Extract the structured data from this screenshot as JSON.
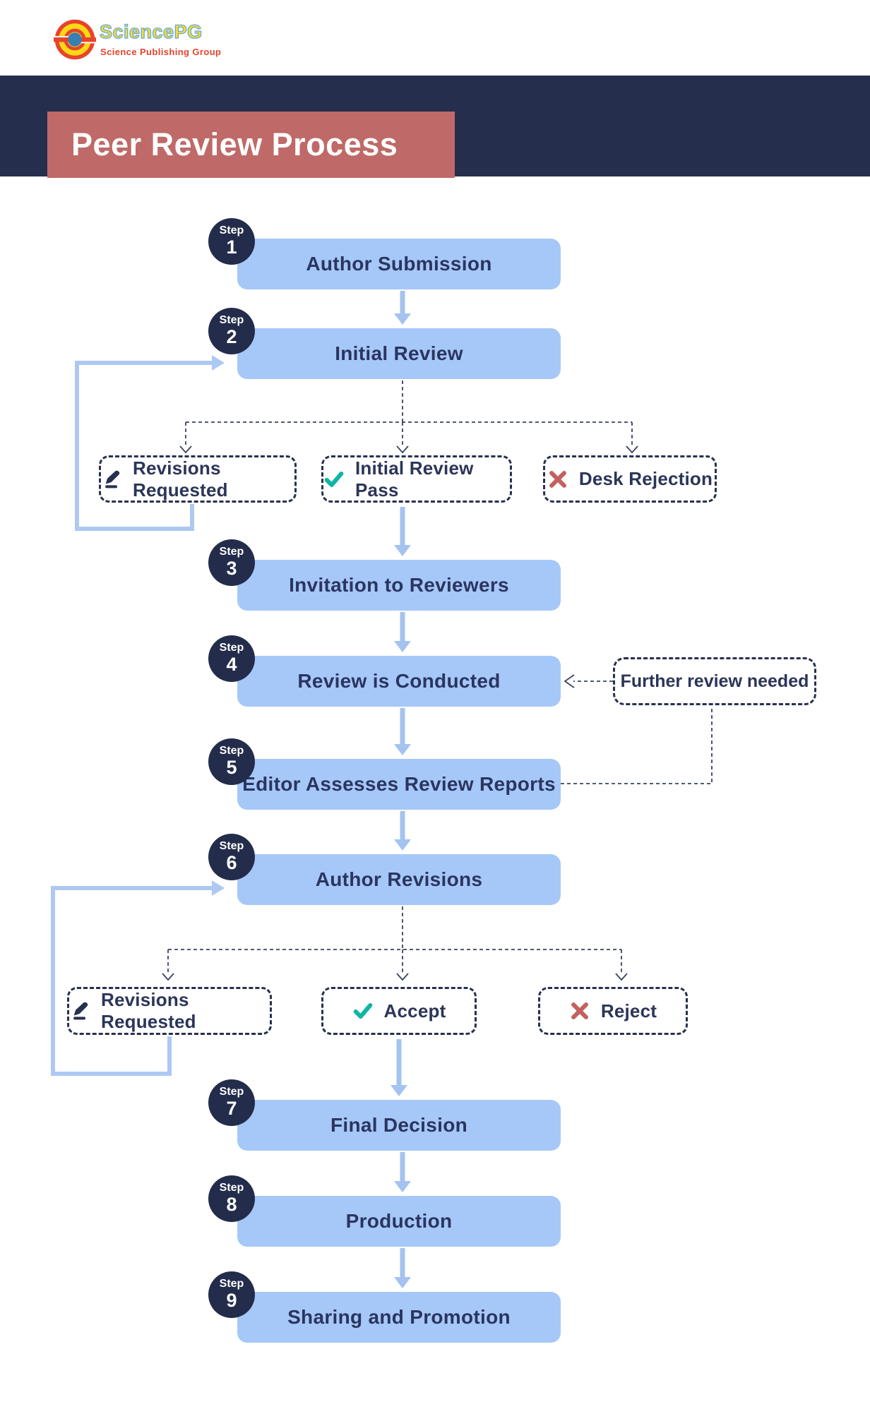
{
  "logo": {
    "name": "SciencePG",
    "tagline": "Science Publishing Group"
  },
  "header": {
    "title": "Peer Review Process"
  },
  "step_word": "Step",
  "steps": [
    {
      "number": "1",
      "label": "Author Submission"
    },
    {
      "number": "2",
      "label": "Initial Review"
    },
    {
      "number": "3",
      "label": "Invitation to Reviewers"
    },
    {
      "number": "4",
      "label": "Review is Conducted"
    },
    {
      "number": "5",
      "label": "Editor Assesses Review Reports"
    },
    {
      "number": "6",
      "label": "Author Revisions"
    },
    {
      "number": "7",
      "label": "Final Decision"
    },
    {
      "number": "8",
      "label": "Production"
    },
    {
      "number": "9",
      "label": "Sharing and Promotion"
    }
  ],
  "branch_after_initial_review": {
    "options": [
      {
        "label": "Revisions Requested",
        "icon": "pencil-icon"
      },
      {
        "label": "Initial Review Pass",
        "icon": "check-icon"
      },
      {
        "label": "Desk Rejection",
        "icon": "x-icon"
      }
    ]
  },
  "branch_after_author_revisions": {
    "options": [
      {
        "label": "Revisions Requested",
        "icon": "pencil-icon"
      },
      {
        "label": "Accept",
        "icon": "check-icon"
      },
      {
        "label": "Reject",
        "icon": "x-icon"
      }
    ]
  },
  "side_note": {
    "label": "Further review needed"
  },
  "colors": {
    "navy_band": "#262e4e",
    "title_red": "#bf6a68",
    "box_blue": "#a6c8f8",
    "arrow_blue": "#a4c3f0",
    "loop_blue": "#adc9f3",
    "dark_text": "#2a3560",
    "check_teal": "#12b5a5",
    "reject_rose": "#c2615e",
    "logo_red": "#e8432c",
    "logo_yellow": "#fcd914",
    "logo_blue": "#3a7fb3"
  }
}
